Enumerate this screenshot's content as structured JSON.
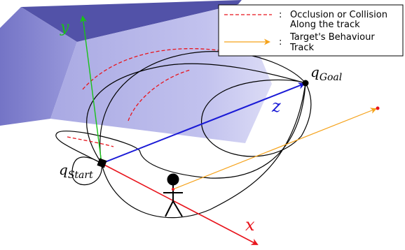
{
  "axes": {
    "x": {
      "label": "x",
      "color": "#e8141c"
    },
    "y": {
      "label": "y",
      "color": "#19c219"
    },
    "z": {
      "label": "z",
      "color": "#1a1ad6"
    }
  },
  "points": {
    "start": {
      "base": "q",
      "sub": "Start"
    },
    "goal": {
      "base": "q",
      "sub": "Goal"
    }
  },
  "legend": {
    "items": [
      {
        "style": "red-dashed",
        "color": "#e8141c",
        "colon": ":",
        "lines": [
          "Occlusion or Collision",
          "Along the track"
        ]
      },
      {
        "style": "orange-arrow",
        "color": "#f5a21a",
        "colon": ":",
        "lines": [
          "Target's Behaviour",
          "Track"
        ]
      }
    ]
  },
  "colors": {
    "wall_front": "#b0b0e6",
    "wall_side": "#8e8ed6",
    "wall_top": "#5a5ab0",
    "path": "#000000",
    "occlusion": "#e8141c",
    "target_track": "#f5a21a"
  }
}
